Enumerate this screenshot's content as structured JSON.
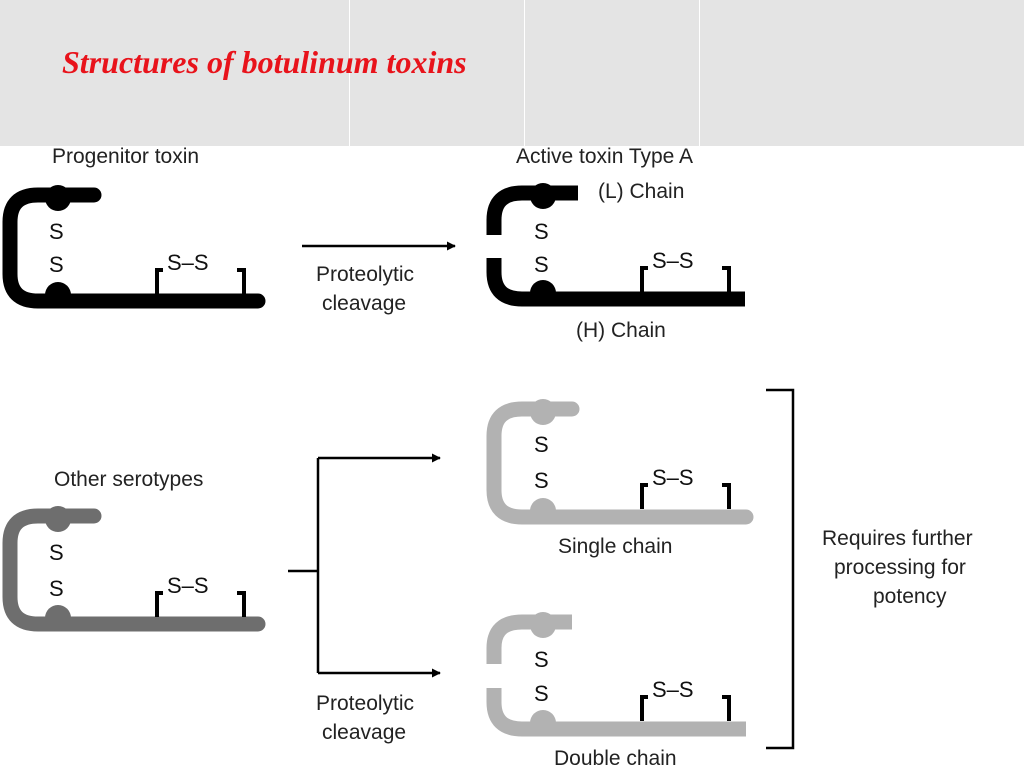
{
  "slide": {
    "title": "Structures of botulinum toxins",
    "title_color": "#e8131b",
    "header_color": "#e4e4e4"
  },
  "colors": {
    "type_a": "#000000",
    "other_serotypes": "#6e6e6e",
    "single_double_chain": "#b2b2b2",
    "text": "#222222"
  },
  "labels": {
    "progenitor": "Progenitor toxin",
    "active": "Active toxin Type A",
    "l_chain": "(L) Chain",
    "h_chain": "(H) Chain",
    "other": "Other serotypes",
    "single": "Single chain",
    "double": "Double chain",
    "cleavage_top_1": "Proteolytic",
    "cleavage_top_2": "cleavage",
    "cleavage_bottom_1": "Proteolytic",
    "cleavage_bottom_2": "cleavage",
    "requires_1": "Requires further",
    "requires_2": "processing for",
    "requires_3": "potency"
  },
  "symbols": {
    "sulfur": "S",
    "disulfide": "S–S"
  }
}
